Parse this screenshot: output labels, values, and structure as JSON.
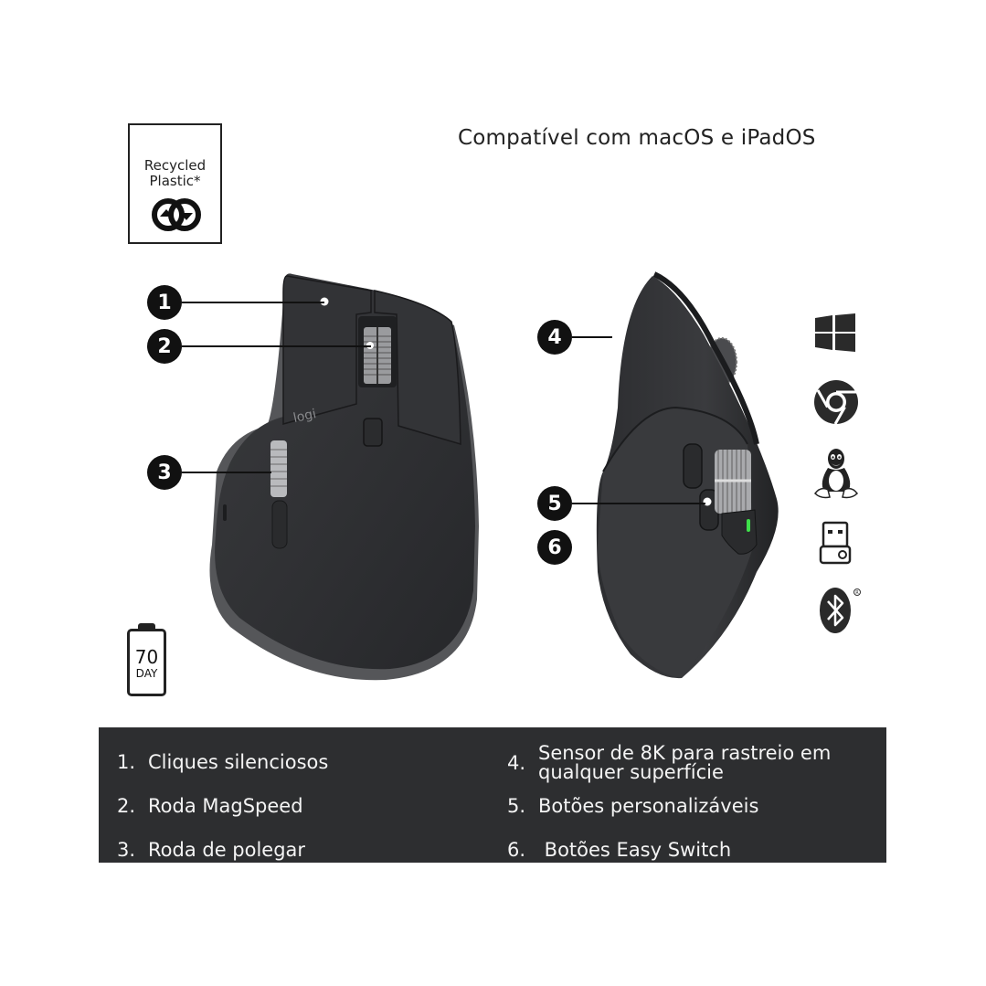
{
  "badge": {
    "line1": "Recycled",
    "line2": "Plastic*",
    "icon": "recycle-arrows-icon"
  },
  "header": {
    "title": "Compatível com macOS e iPadOS"
  },
  "callouts": [
    {
      "number": "1"
    },
    {
      "number": "2"
    },
    {
      "number": "3"
    },
    {
      "number": "4"
    },
    {
      "number": "5"
    },
    {
      "number": "6"
    }
  ],
  "mouse": {
    "brand_mark": "logi",
    "led_color": "#3ee04a",
    "body_color": "#2e2f31"
  },
  "compatibility_icons": [
    {
      "name": "windows-icon"
    },
    {
      "name": "chrome-icon"
    },
    {
      "name": "linux-tux-icon"
    },
    {
      "name": "usb-receiver-icon"
    },
    {
      "name": "bluetooth-icon"
    }
  ],
  "battery": {
    "value": "70",
    "unit": "DAY"
  },
  "features": {
    "bg_color": "#2d2e30",
    "items": [
      {
        "num": "1.",
        "text": "Cliques silenciosos"
      },
      {
        "num": "2.",
        "text": "Roda MagSpeed"
      },
      {
        "num": "3.",
        "text": "Roda de polegar"
      },
      {
        "num": "4.",
        "text_line1": "Sensor de 8K para rastreio em",
        "text_line2": "qualquer superfície"
      },
      {
        "num": "5.",
        "text": "Botões personalizáveis"
      },
      {
        "num": "6.",
        "text": " Botões Easy Switch"
      }
    ]
  }
}
